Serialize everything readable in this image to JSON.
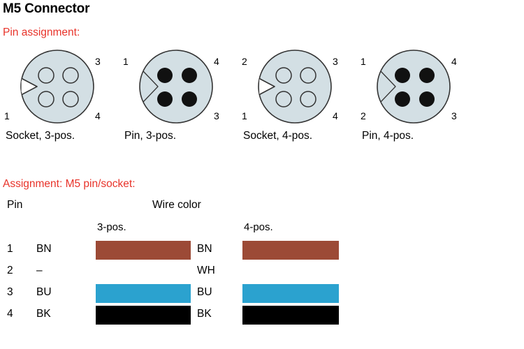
{
  "title": "M5 Connector",
  "sections": {
    "pin_assignment_label": "Pin assignment:",
    "assignment_label": "Assignment: M5 pin/socket:"
  },
  "colors": {
    "red_heading": "#e8332a",
    "body_fill": "#d3dfe4",
    "body_stroke": "#333333",
    "brown": "#9c4a36",
    "blue": "#2ba2cf",
    "black": "#000000",
    "white": "#ffffff"
  },
  "connectors": [
    {
      "caption": "Socket, 3-pos.",
      "type": "socket",
      "contacts": "hollow",
      "corners": {
        "top_left": "",
        "top_right": "3",
        "bottom_left": "1",
        "bottom_right": "4"
      }
    },
    {
      "caption": "Pin, 3-pos.",
      "type": "pin",
      "contacts": "filled",
      "corners": {
        "top_left": "1",
        "top_right": "4",
        "bottom_left": "",
        "bottom_right": "3"
      }
    },
    {
      "caption": "Socket, 4-pos.",
      "type": "socket",
      "contacts": "hollow",
      "corners": {
        "top_left": "2",
        "top_right": "3",
        "bottom_left": "1",
        "bottom_right": "4"
      }
    },
    {
      "caption": "Pin, 4-pos.",
      "type": "pin",
      "contacts": "filled",
      "corners": {
        "top_left": "1",
        "top_right": "4",
        "bottom_left": "2",
        "bottom_right": "3"
      }
    }
  ],
  "table": {
    "header_pin": "Pin",
    "header_wire_color": "Wire color",
    "header_col_a": "3-pos.",
    "header_col_b": "4-pos.",
    "rows": [
      {
        "pin": "1",
        "code_a": "BN",
        "color_a": "#9c4a36",
        "code_b": "BN",
        "color_b": "#9c4a36"
      },
      {
        "pin": "2",
        "code_a": "–",
        "color_a": null,
        "code_b": "WH",
        "color_b": null
      },
      {
        "pin": "3",
        "code_a": "BU",
        "color_a": "#2ba2cf",
        "code_b": "BU",
        "color_b": "#2ba2cf"
      },
      {
        "pin": "4",
        "code_a": "BK",
        "color_a": "#000000",
        "code_b": "BK",
        "color_b": "#000000"
      }
    ]
  }
}
